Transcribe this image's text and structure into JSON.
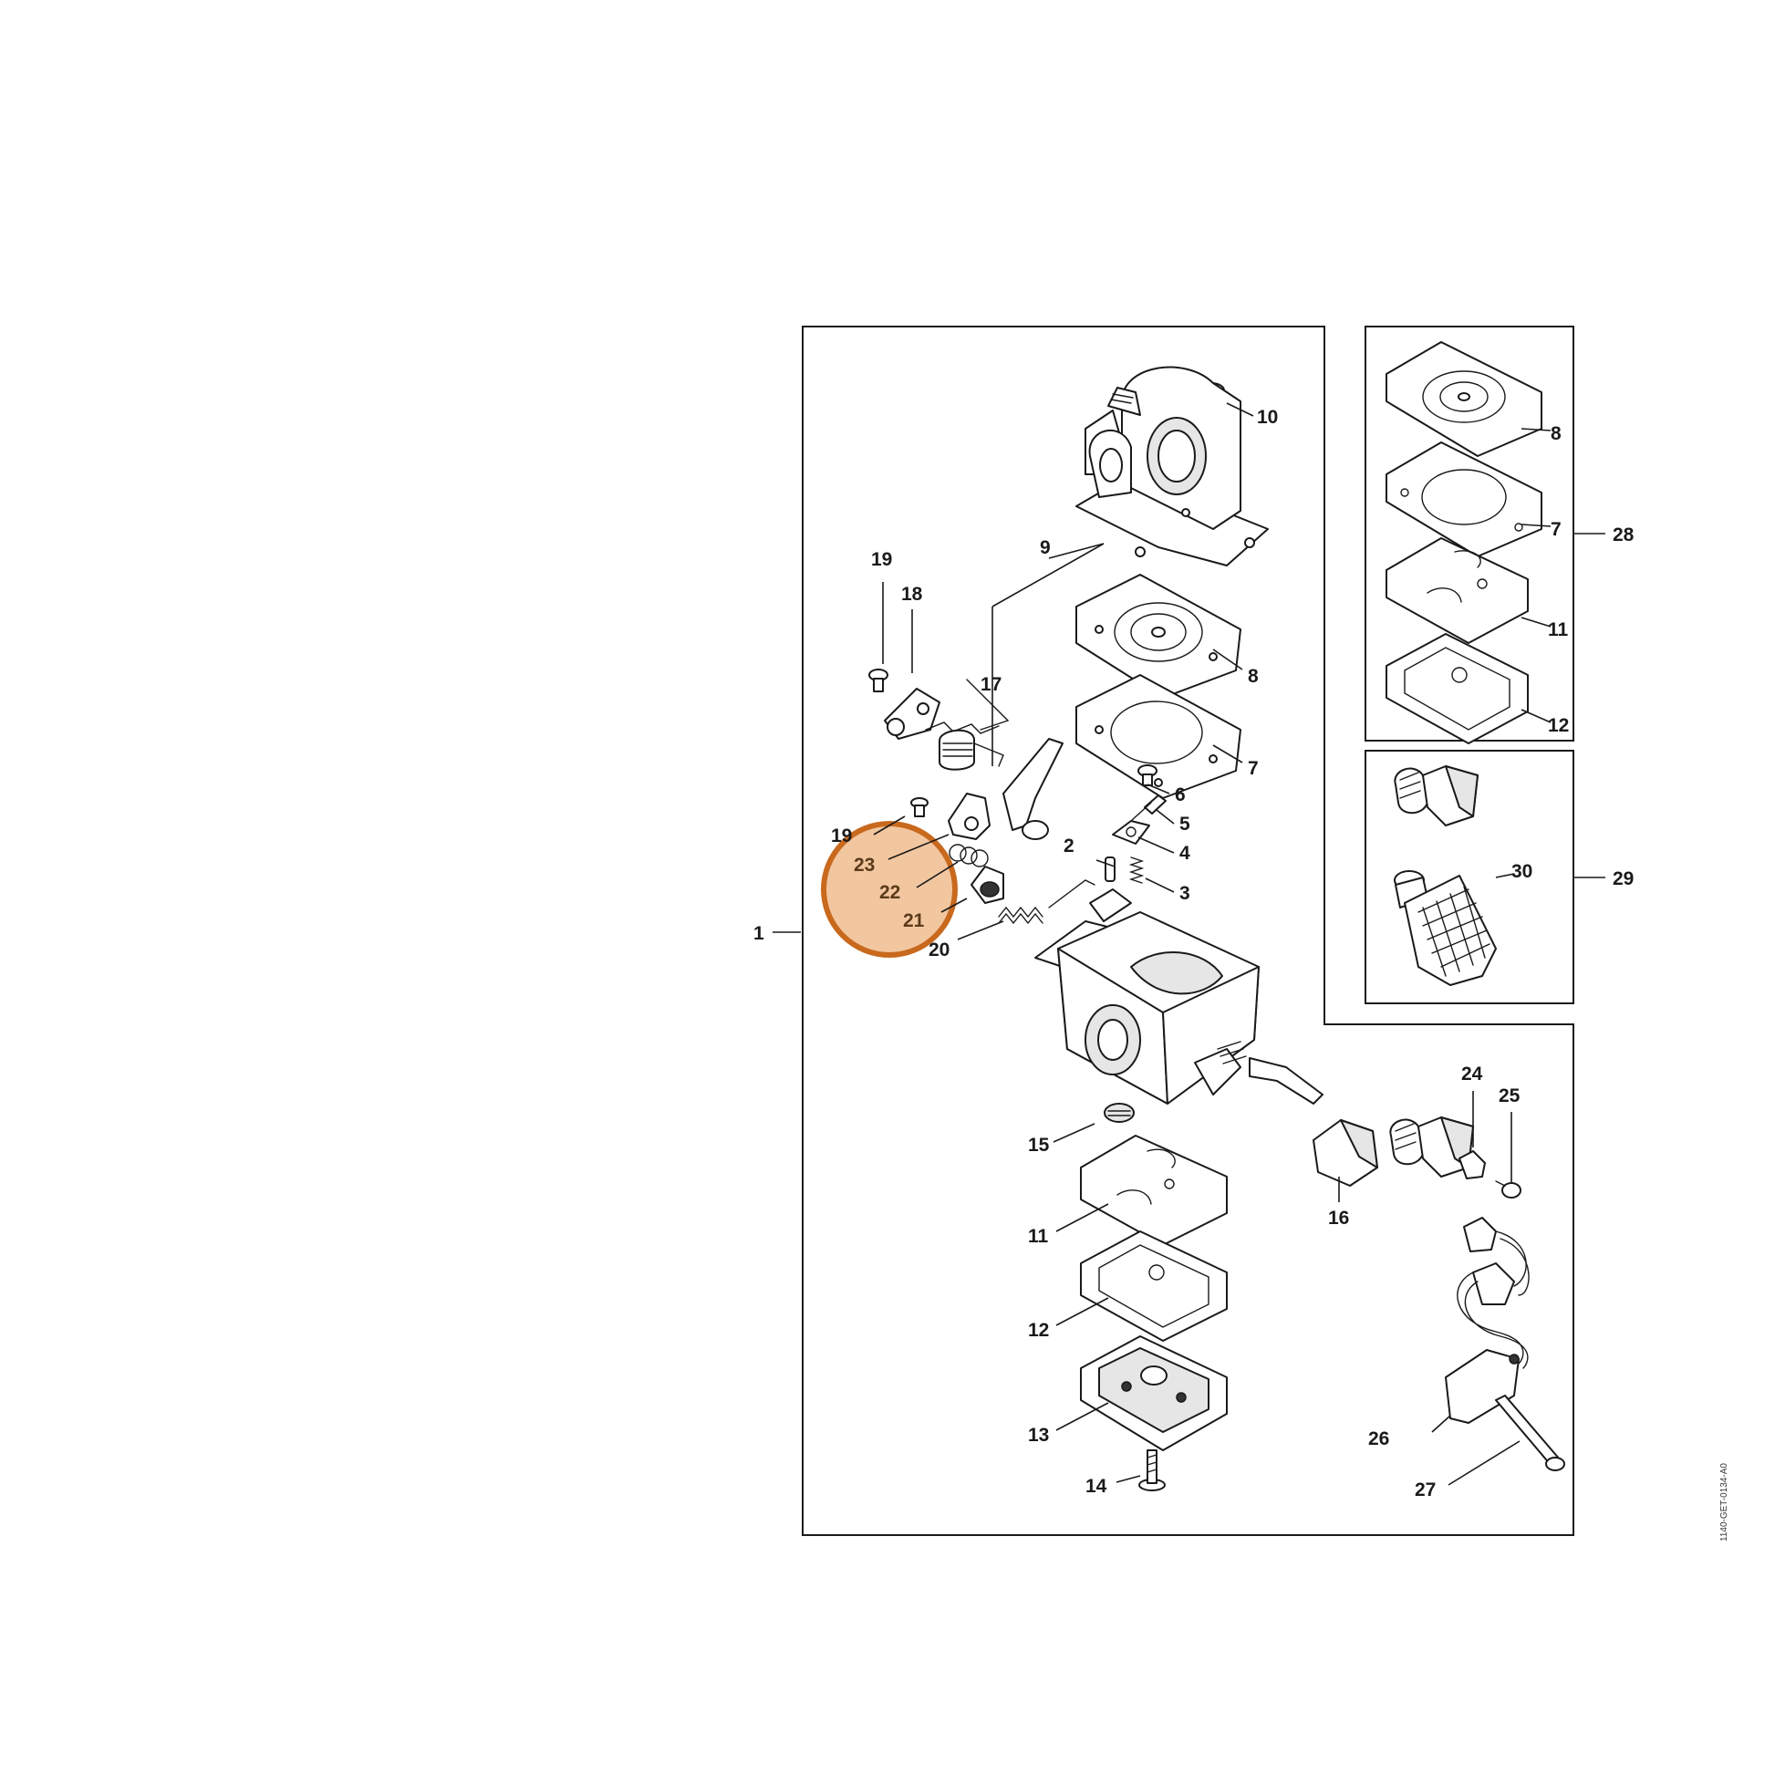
{
  "diagram_code": "1140-GET-0134-A0",
  "highlight": {
    "color": "#f2c7a0",
    "border_color": "#c8691e"
  },
  "labels": {
    "l1": "1",
    "l2": "2",
    "l3": "3",
    "l4": "4",
    "l5": "5",
    "l6": "6",
    "l7a": "7",
    "l7b": "7",
    "l8a": "8",
    "l8b": "8",
    "l9": "9",
    "l10": "10",
    "l11a": "11",
    "l11b": "11",
    "l12a": "12",
    "l12b": "12",
    "l13": "13",
    "l14": "14",
    "l15": "15",
    "l16": "16",
    "l17": "17",
    "l18": "18",
    "l19a": "19",
    "l19b": "19",
    "l20": "20",
    "l21": "21",
    "l22": "22",
    "l23": "23",
    "l24": "24",
    "l25": "25",
    "l26": "26",
    "l27": "27",
    "l28": "28",
    "l29": "29",
    "l30": "30"
  }
}
